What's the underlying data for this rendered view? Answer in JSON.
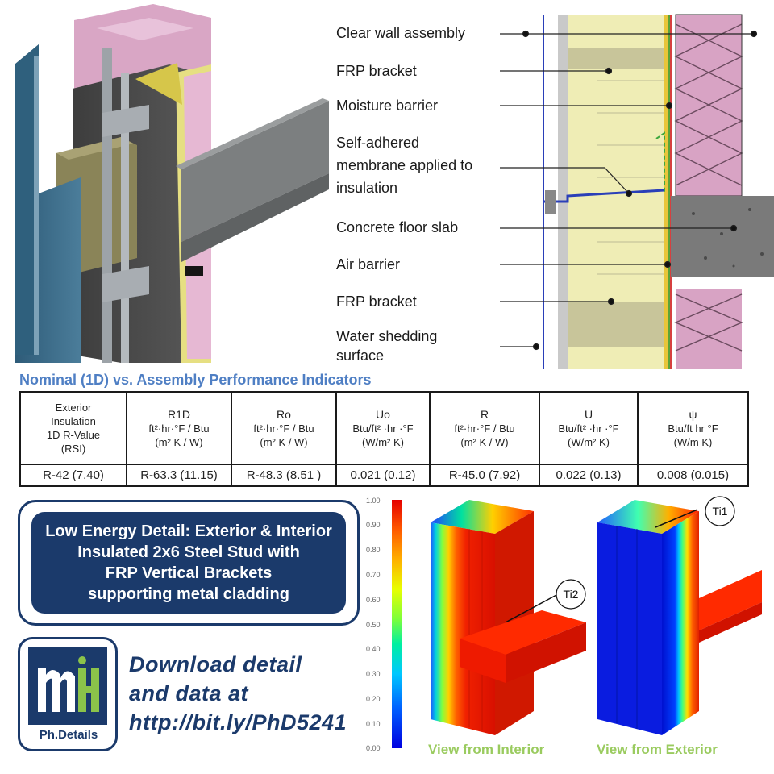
{
  "callouts": [
    "Clear wall assembly",
    "FRP bracket",
    "Moisture barrier",
    "Self-adhered",
    "membrane applied to",
    "insulation",
    "Concrete floor slab",
    "Air barrier",
    "FRP bracket",
    "Water shedding",
    "surface"
  ],
  "table_heading": "Nominal (1D) vs. Assembly Performance Indicators",
  "table": {
    "headers": [
      [
        "Exterior",
        "Insulation",
        "1D R-Value",
        "(RSI)"
      ],
      [
        "R1D",
        "ft²·hr·°F / Btu",
        "(m² K / W)"
      ],
      [
        "Ro",
        "ft²·hr·°F / Btu",
        "(m² K / W)"
      ],
      [
        "Uo",
        "Btu/ft² ·hr ·°F",
        "(W/m² K)"
      ],
      [
        "R",
        "ft²·hr·°F / Btu",
        "(m² K / W)"
      ],
      [
        "U",
        "Btu/ft² ·hr ·°F",
        "(W/m² K)"
      ],
      [
        "ψ",
        "Btu/ft hr °F",
        "(W/m K)"
      ]
    ],
    "row": [
      "R-42 (7.40)",
      "R-63.3 (11.15)",
      "R-48.3 (8.51 )",
      "0.021 (0.12)",
      "R-45.0 (7.92)",
      "0.022 (0.13)",
      "0.008 (0.015)"
    ]
  },
  "title_box": {
    "lines": [
      "Low Energy Detail:  Exterior & Interior",
      "Insulated 2x6 Steel Stud with",
      "FRP Vertical Brackets",
      "supporting metal cladding"
    ]
  },
  "logo": {
    "text": "Ph.Details",
    "mark": "mi"
  },
  "download": {
    "lines": [
      "Download detail",
      "and data at",
      "http://bit.ly/PhD5241"
    ]
  },
  "thermal": {
    "scale": [
      "1.00",
      "0.90",
      "0.80",
      "0.70",
      "0.60",
      "0.50",
      "0.40",
      "0.30",
      "0.20",
      "0.10",
      "0.00"
    ],
    "tag_ti2": "Ti2",
    "tag_ti1": "Ti1",
    "caption_interior": "View from Interior",
    "caption_exterior": "View from Exterior"
  },
  "colors": {
    "navy": "#1b3a6b",
    "heading_blue": "#4f7fc4",
    "caption_green": "#9acb5f",
    "insulation_pink": "#d8a3c4",
    "mineral_wool": "#e8e4a8"
  }
}
